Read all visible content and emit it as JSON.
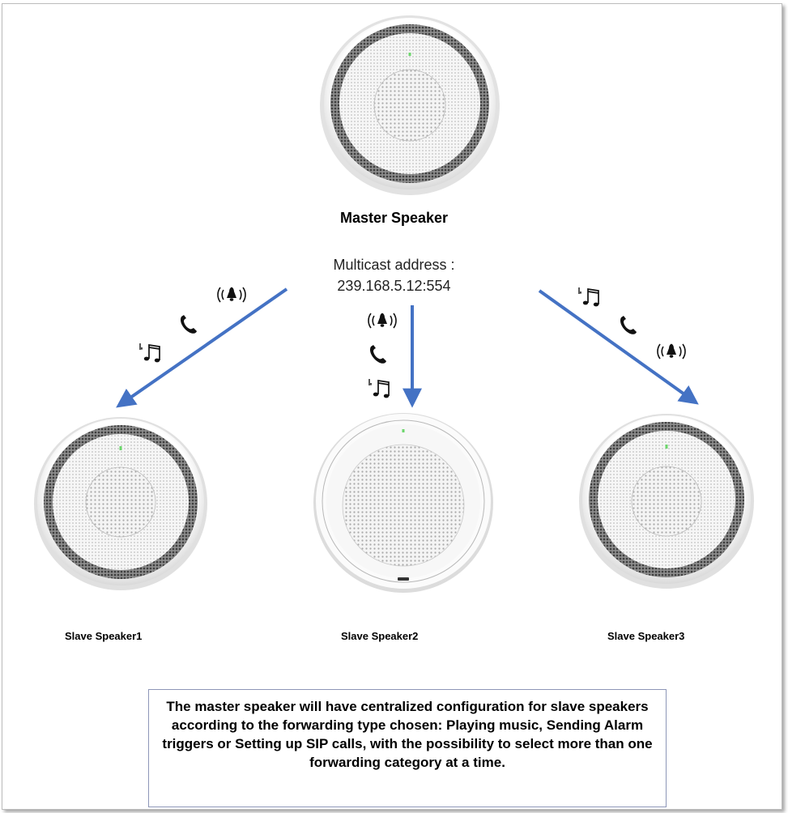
{
  "title": "Master Speaker",
  "multicast": {
    "line1": "Multicast address :",
    "line2": "239.168.5.12:554"
  },
  "slaves": [
    {
      "label": "Slave Speaker1"
    },
    {
      "label": "Slave Speaker2"
    },
    {
      "label": "Slave Speaker3"
    }
  ],
  "icons": [
    "alarm-bell-icon",
    "phone-icon",
    "music-notes-icon"
  ],
  "colors": {
    "arrow": "#4472c4",
    "led": "#6cd66c",
    "box_border": "#8d96b8"
  },
  "note": "The master speaker will have centralized configuration for slave speakers according to the forwarding type chosen: Playing music, Sending Alarm triggers or Setting up SIP calls, with the possibility to select more than one forwarding category at a time."
}
